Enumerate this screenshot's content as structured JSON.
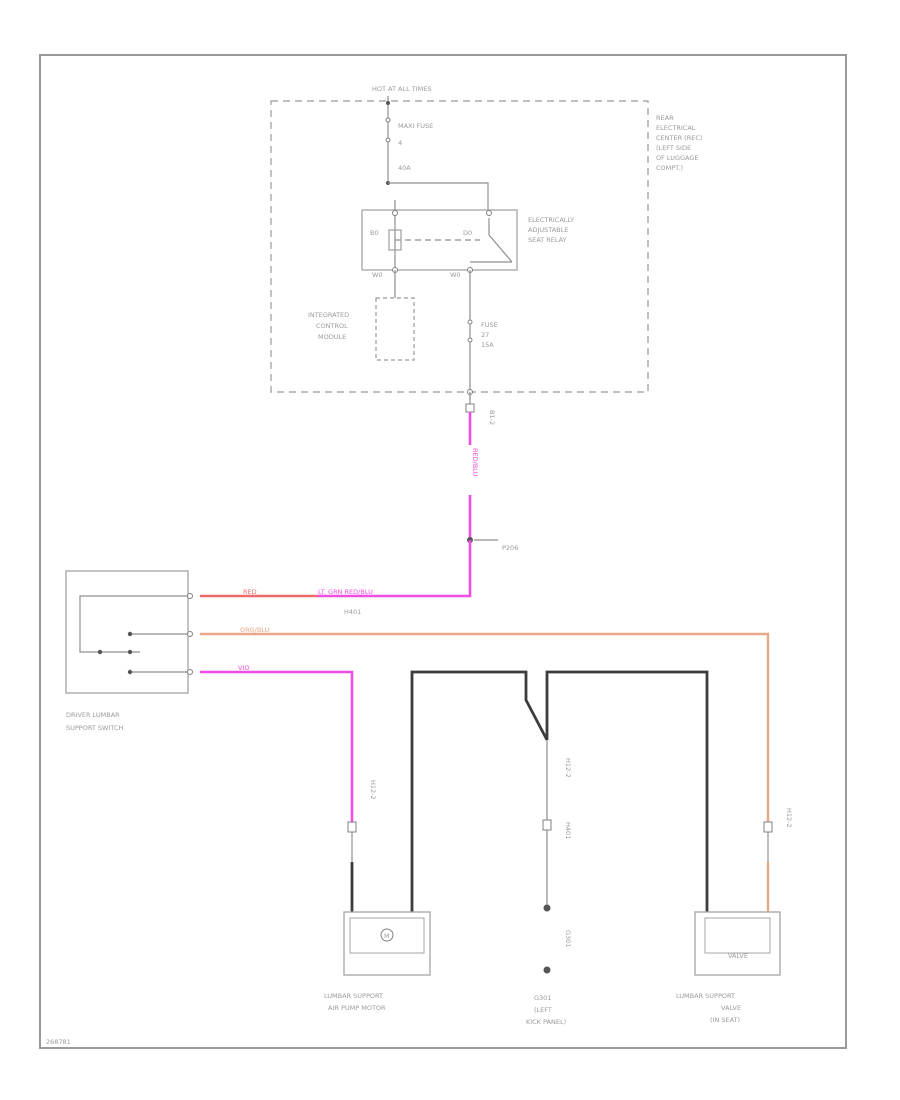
{
  "labels": {
    "hot_at_all_times": "HOT AT ALL TIMES",
    "maxi_fuse": "MAXI FUSE",
    "maxi_fuse_num": "4",
    "maxi_fuse_amps": "40A",
    "rec_line1": "REAR",
    "rec_line2": "ELECTRICAL",
    "rec_line3": "CENTER (REC)",
    "rec_line4": "(LEFT SIDE",
    "rec_line5": "OF LUGGAGE",
    "rec_line6": "COMPT.)",
    "relay_line1": "ELECTRICALLY",
    "relay_line2": "ADJUSTABLE",
    "relay_line3": "SEAT RELAY",
    "pin_b0_left": "B0",
    "pin_d0": "D0",
    "pin_w0_left": "W0",
    "pin_w0_right": "W0",
    "icm_line1": "INTEGRATED",
    "icm_line2": "CONTROL",
    "icm_line3": "MODULE",
    "fuse_line1": "FUSE",
    "fuse_line2": "27",
    "fuse_line3": "15A",
    "conn_top": "B1-2",
    "wire_top": "RED/BLU",
    "splice": "P206",
    "wire_red": "RED",
    "wire_redblu": "LT. GRN RED/BLU",
    "conn_mid": "H401",
    "wire_orgblu": "ORG/BLU",
    "wire_vio": "VIO",
    "switch_line1": "DRIVER LUMBAR",
    "switch_line2": "SUPPORT SWITCH",
    "conn_h12_a": "H12-2",
    "conn_h12_b": "H12-2",
    "conn_h12_c": "H12-2",
    "conn_h401_low": "H401",
    "ground_tag": "G301",
    "pump_line1": "LUMBAR SUPPORT",
    "pump_line2": "AIR PUMP MOTOR",
    "pump_symbol": "M",
    "ground_line1": "G301",
    "ground_line2": "(LEFT",
    "ground_line3": "KICK PANEL)",
    "valve_line1": "LUMBAR SUPPORT",
    "valve_line2": "VALVE",
    "valve_line3": "(IN SEAT)",
    "valve_symbol": "VALVE",
    "figure_id": "268781"
  },
  "colors": {
    "pink": "#ee4fe2",
    "orange": "#e8a888",
    "red": "#ee6b6b",
    "ground": "#3c3c3c"
  }
}
